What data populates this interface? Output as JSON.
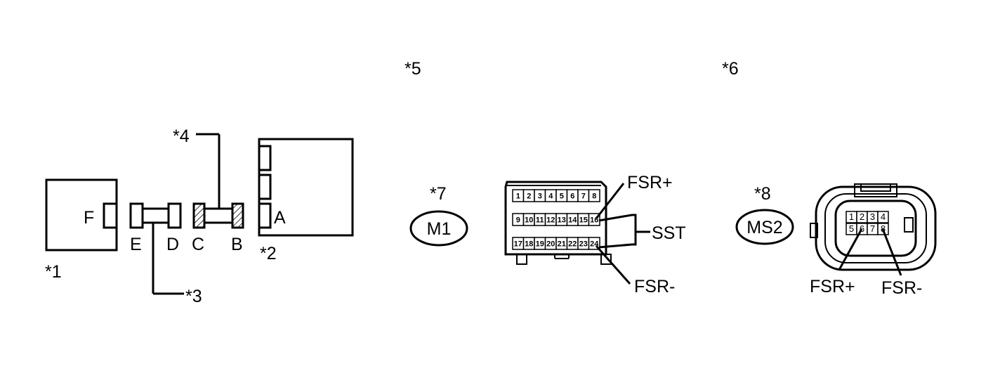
{
  "callouts": {
    "c1": "*1",
    "c2": "*2",
    "c3": "*3",
    "c4": "*4",
    "c5": "*5",
    "c6": "*6",
    "c7": "*7",
    "c8": "*8"
  },
  "terminals": {
    "a": "A",
    "b": "B",
    "c": "C",
    "d": "D",
    "e": "E",
    "f": "F"
  },
  "connectors": {
    "m1": "M1",
    "ms2": "MS2"
  },
  "signals": {
    "fsr_plus": "FSR+",
    "fsr_minus": "FSR-",
    "sst": "SST"
  },
  "m1_pins": {
    "row1": [
      "1",
      "2",
      "3",
      "4",
      "5",
      "6",
      "7",
      "8"
    ],
    "row2": [
      "9",
      "10",
      "11",
      "12",
      "13",
      "14",
      "15",
      "16"
    ],
    "row3": [
      "17",
      "18",
      "19",
      "20",
      "21",
      "22",
      "23",
      "24"
    ]
  },
  "ms2_pins": {
    "row1": [
      "1",
      "2",
      "3",
      "4"
    ],
    "row2": [
      "5",
      "6",
      "7",
      "8"
    ]
  }
}
